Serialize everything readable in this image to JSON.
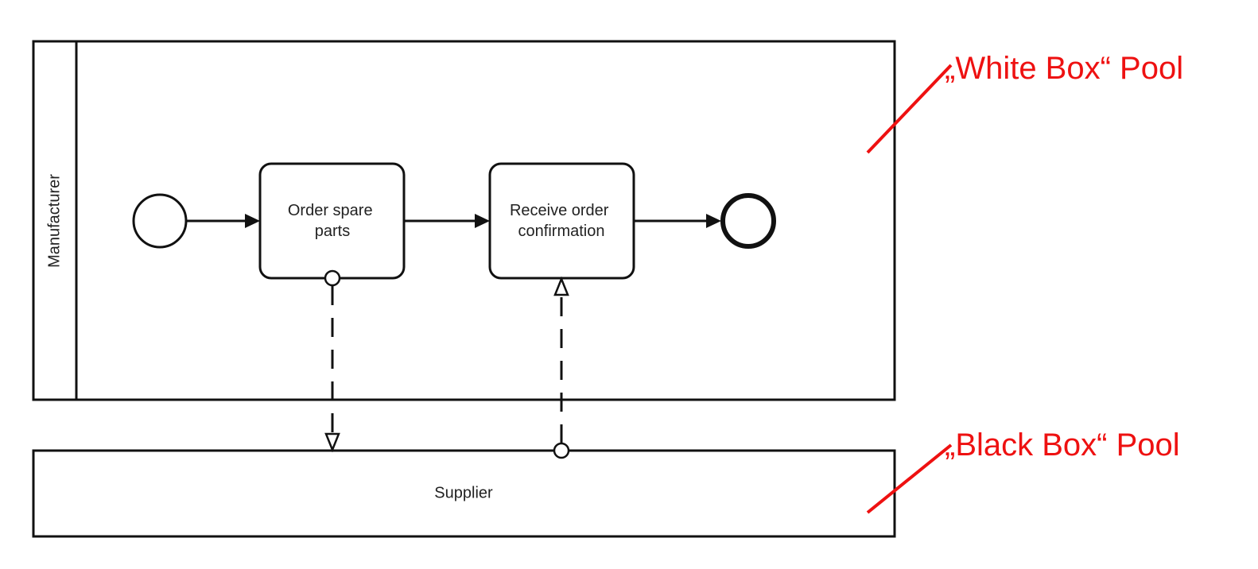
{
  "colors": {
    "stroke": "#111111",
    "text": "#222222",
    "annotation": "#ee1111",
    "background": "#ffffff"
  },
  "pools": {
    "white_box": {
      "participant": "Manufacturer"
    },
    "black_box": {
      "participant": "Supplier"
    }
  },
  "process": {
    "start_event": {
      "kind": "start-event"
    },
    "tasks": [
      {
        "lines": [
          "Order spare",
          "parts"
        ]
      },
      {
        "lines": [
          "Receive order",
          "confirmation"
        ]
      }
    ],
    "end_event": {
      "kind": "end-event"
    }
  },
  "message_flows": [
    {
      "from": "Order spare parts",
      "to": "Supplier"
    },
    {
      "from": "Supplier",
      "to": "Receive order confirmation"
    }
  ],
  "annotations": {
    "white_box": "„White Box“ Pool",
    "black_box": "„Black Box“ Pool"
  }
}
